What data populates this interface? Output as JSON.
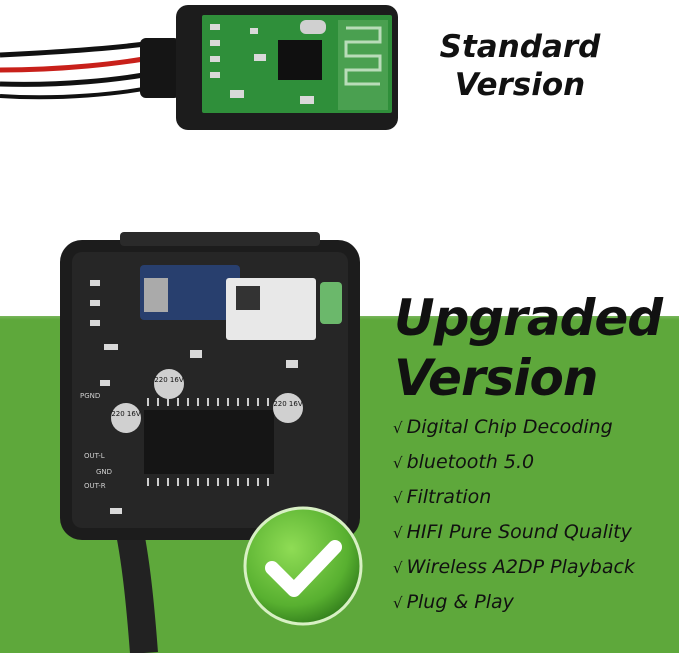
{
  "colors": {
    "background": "#ffffff",
    "green_band": "#5ea83b",
    "text": "#111111",
    "board_green": "#2f8f3a",
    "housing": "#1c1c1c",
    "badge_green": "#58b030"
  },
  "standard": {
    "title_line1": "Standard",
    "title_line2": "Version"
  },
  "upgraded": {
    "title_line1": "Upgraded",
    "title_line2": "Version",
    "check_symbol": "√",
    "features": [
      "Digital Chip Decoding",
      "bluetooth 5.0",
      "Filtration",
      "HIFI Pure Sound Quality",
      "Wireless A2DP Playback",
      "Plug & Play"
    ]
  },
  "photo_labels": {
    "cap_1": "220\n16V",
    "cap_2": "220\n16V",
    "cap_3": "220\n16V",
    "pins": [
      "PGND",
      "OUT-L",
      "GND",
      "OUT-R"
    ]
  },
  "icons": {
    "badge": "checkmark-icon"
  }
}
